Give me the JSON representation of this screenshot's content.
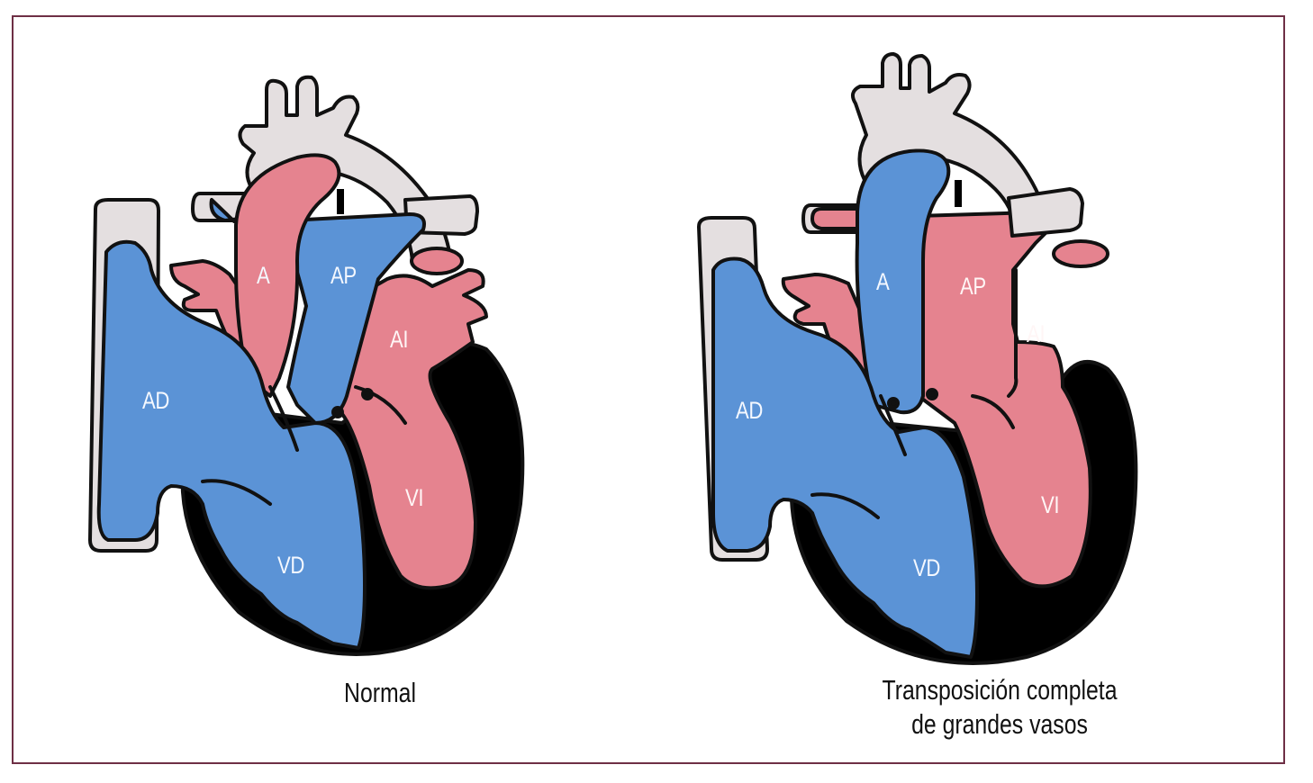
{
  "colors": {
    "frame": "#6e2f45",
    "venous_blue": "#5b93d6",
    "arterial_red": "#e5838f",
    "vessel_grey": "#e4dfe0",
    "myocardium": "#000000",
    "label_text": "#ffffff",
    "caption_text": "#111111"
  },
  "panels": [
    {
      "id": "normal",
      "caption_lines": [
        "Normal"
      ],
      "labels": {
        "aorta": "A",
        "pulmonary_artery": "AP",
        "left_atrium": "AI",
        "right_atrium": "AD",
        "left_ventricle": "VI",
        "right_ventricle": "VD"
      },
      "aorta_color": "arterial_red",
      "pulmonary_artery_color": "venous_blue"
    },
    {
      "id": "transposition",
      "caption_lines": [
        "Transposición completa",
        "de grandes vasos"
      ],
      "labels": {
        "aorta": "A",
        "pulmonary_artery": "AP",
        "left_atrium": "AI",
        "right_atrium": "AD",
        "left_ventricle": "VI",
        "right_ventricle": "VD"
      },
      "aorta_color": "venous_blue",
      "pulmonary_artery_color": "arterial_red"
    }
  ]
}
